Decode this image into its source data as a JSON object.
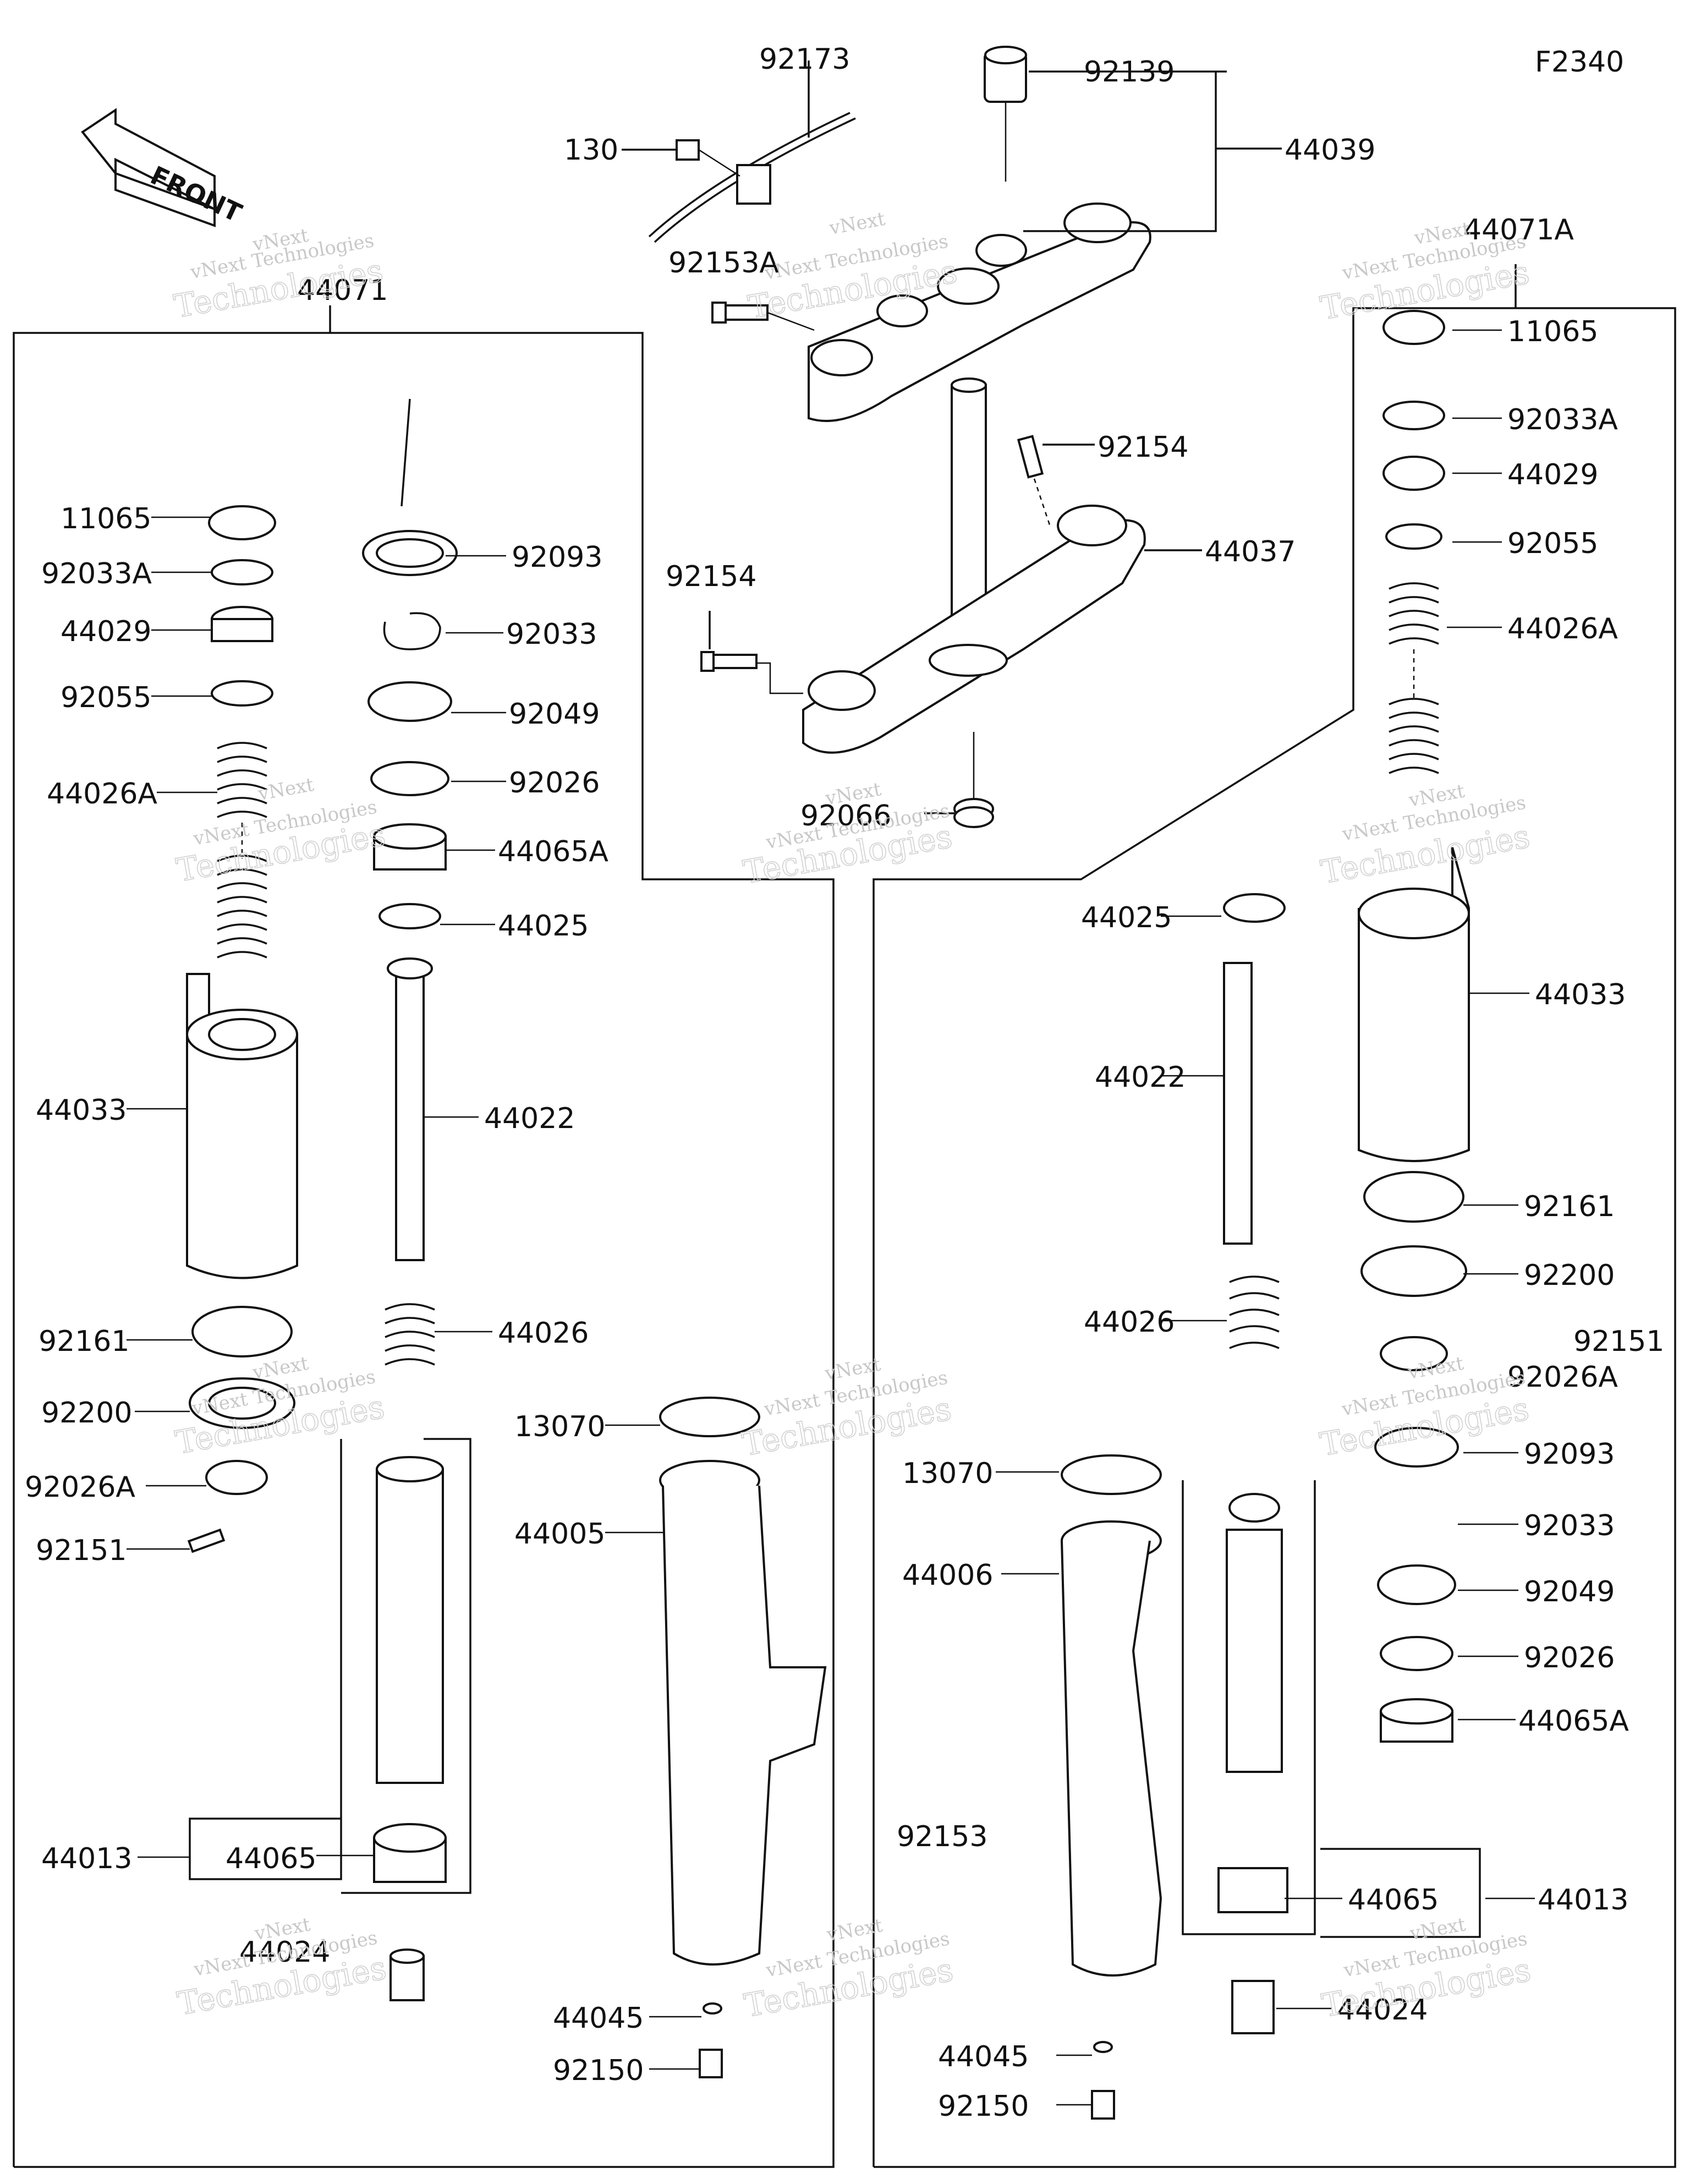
{
  "figure_code": "F2340",
  "front_label": "FRONT",
  "watermark": {
    "line1": "vNext",
    "line2": "vNext Technologies",
    "line3": "Technologies"
  },
  "assemblies": {
    "left_fork": "44071",
    "right_fork": "44071A"
  },
  "callouts": {
    "top": [
      "92173",
      "92139",
      "130",
      "44039",
      "92153A",
      "92154",
      "44037",
      "92154",
      "92066"
    ],
    "left": [
      "11065",
      "92033A",
      "44029",
      "92055",
      "44026A",
      "44033",
      "92161",
      "92200",
      "92026A",
      "92151",
      "44013",
      "44024",
      "92093",
      "92033",
      "92049",
      "92026",
      "44065A",
      "44025",
      "44022",
      "44026",
      "44065",
      "13070",
      "44005",
      "44045",
      "92150"
    ],
    "right": [
      "11065",
      "92033A",
      "44029",
      "92055",
      "44026A",
      "44025",
      "44033",
      "44022",
      "92161",
      "92200",
      "44026",
      "92151",
      "92026A",
      "13070",
      "92093",
      "92033",
      "44006",
      "92049",
      "92026",
      "44065A",
      "92153",
      "44065",
      "44013",
      "44024",
      "44045",
      "92150"
    ]
  }
}
